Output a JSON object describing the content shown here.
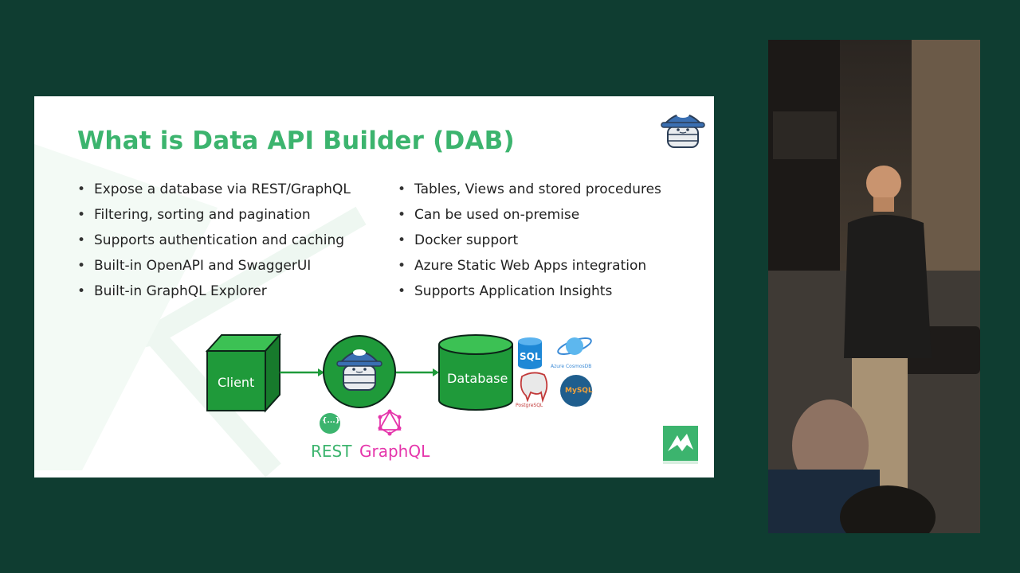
{
  "slide": {
    "title": "What is Data API Builder (DAB)",
    "bullets_left": [
      "Expose a database via REST/GraphQL",
      "Filtering, sorting and pagination",
      "Supports authentication and caching",
      "Built-in OpenAPI and SwaggerUI",
      "Built-in GraphQL Explorer"
    ],
    "bullets_right": [
      "Tables, Views and stored procedures",
      "Can be used on-premise",
      "Docker support",
      "Azure Static Web Apps integration",
      "Supports Application Insights"
    ],
    "diagram": {
      "client_label": "Client",
      "database_label": "Database",
      "rest_label": "REST",
      "graphql_label": "GraphQL",
      "rest_icon_text": "{...}",
      "sql_badge": "SQL",
      "cosmos_label": "Azure CosmosDB",
      "postgres_label": "PostgreSQL",
      "mysql_label": "MySQL"
    }
  },
  "colors": {
    "background": "#0f3d31",
    "accent_green": "#3cb46e",
    "box_green": "#1f9a3a",
    "graphql_pink": "#e535ab"
  },
  "icons": [
    "dab-mascot-icon",
    "rest-icon",
    "graphql-icon",
    "sql-server-icon",
    "cosmosdb-icon",
    "postgresql-icon",
    "mysql-icon",
    "brand-logo-icon"
  ]
}
